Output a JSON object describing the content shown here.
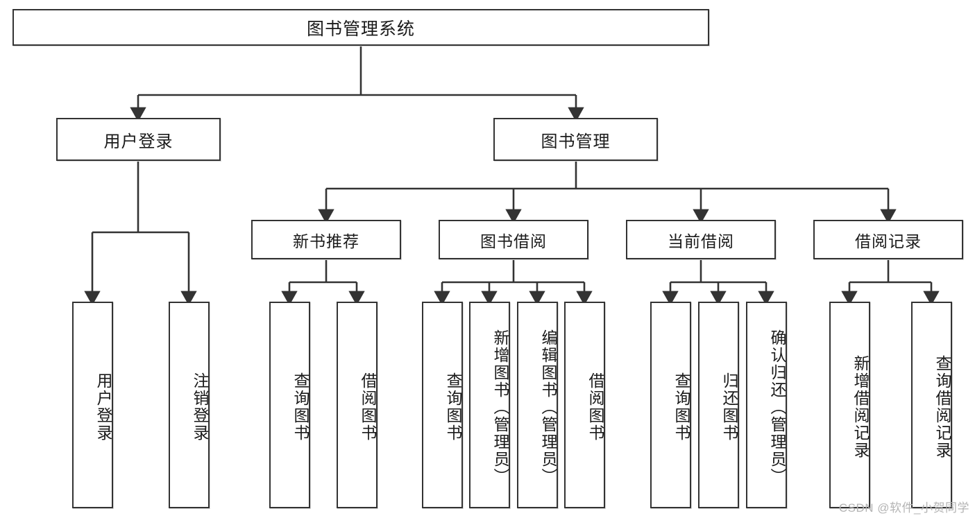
{
  "diagram": {
    "title": "图书管理系统",
    "type": "tree-hierarchy",
    "watermark": "CSDN @软件_小贺同学",
    "colors": {
      "box_border": "#333333",
      "box_fill": "#ffffff",
      "edge": "#333333",
      "text": "#1a1a1a",
      "watermark": "#b4b4b4"
    },
    "nodes": {
      "root": {
        "label": "图书管理系统"
      },
      "level2": [
        {
          "id": "user-login",
          "label": "用户登录"
        },
        {
          "id": "book-manage",
          "label": "图书管理"
        }
      ],
      "level3": [
        {
          "id": "new-book-recommend",
          "label": "新书推荐"
        },
        {
          "id": "book-borrow",
          "label": "图书借阅"
        },
        {
          "id": "current-borrow",
          "label": "当前借阅"
        },
        {
          "id": "borrow-record",
          "label": "借阅记录"
        }
      ],
      "leaves": [
        {
          "id": "leaf-user-login",
          "label": "用户登录",
          "parent": "user-login"
        },
        {
          "id": "leaf-logout-login",
          "label": "注销登录",
          "parent": "user-login"
        },
        {
          "id": "leaf-query-book-1",
          "label": "查询图书",
          "parent": "new-book-recommend"
        },
        {
          "id": "leaf-borrow-book-1",
          "label": "借阅图书",
          "parent": "new-book-recommend"
        },
        {
          "id": "leaf-query-book-2",
          "label": "查询图书",
          "parent": "book-borrow"
        },
        {
          "id": "leaf-add-book",
          "label": "新增图书（管理员）",
          "parent": "book-borrow"
        },
        {
          "id": "leaf-edit-book",
          "label": "编辑图书（管理员）",
          "parent": "book-borrow"
        },
        {
          "id": "leaf-borrow-book-2",
          "label": "借阅图书",
          "parent": "book-borrow"
        },
        {
          "id": "leaf-query-book-3",
          "label": "查询图书",
          "parent": "current-borrow"
        },
        {
          "id": "leaf-return-book",
          "label": "归还图书",
          "parent": "current-borrow"
        },
        {
          "id": "leaf-confirm-return",
          "label": "确认归还（管理员）",
          "parent": "current-borrow"
        },
        {
          "id": "leaf-add-record",
          "label": "新增借阅记录",
          "parent": "borrow-record"
        },
        {
          "id": "leaf-query-record",
          "label": "查询借阅记录",
          "parent": "borrow-record"
        }
      ]
    }
  }
}
